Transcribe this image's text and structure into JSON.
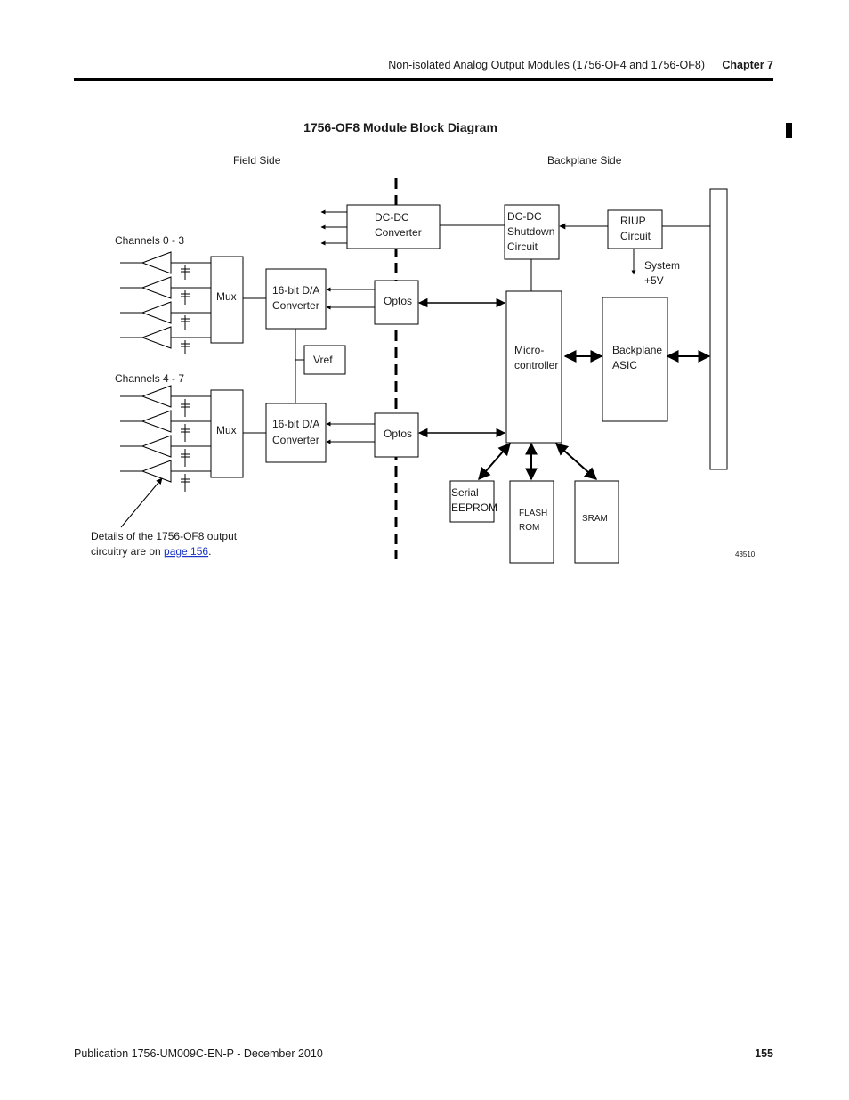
{
  "header": {
    "section_title": "Non-isolated Analog Output Modules (1756-OF4 and 1756-OF8)",
    "chapter": "Chapter 7"
  },
  "figure": {
    "title": "1756-OF8 Module Block Diagram",
    "field_side": "Field Side",
    "backplane_side": "Backplane Side",
    "channels_a": "Channels 0 - 3",
    "channels_b": "Channels 4 - 7",
    "mux": "Mux",
    "dac_line1": "16-bit D/A",
    "dac_line2": "Converter",
    "vref": "Vref",
    "optos": "Optos",
    "dcdc_line1": "DC-DC",
    "dcdc_line2": "Converter",
    "shutdown_line1": "DC-DC",
    "shutdown_line2": "Shutdown",
    "shutdown_line3": "Circuit",
    "riup_line1": "RIUP",
    "riup_line2": "Circuit",
    "system_line1": "System",
    "system_line2": "+5V",
    "micro_line1": "Micro-",
    "micro_line2": "controller",
    "asic_line1": "Backplane",
    "asic_line2": "ASIC",
    "eeprom_line1": "Serial",
    "eeprom_line2": "EEPROM",
    "flash_line1": "FLASH",
    "flash_line2": "ROM",
    "sram": "SRAM",
    "figure_number": "43510",
    "note_line1": "Details of the 1756-OF8 output",
    "note_line2_prefix": "circuitry are on ",
    "note_link": "page 156",
    "note_suffix": "."
  },
  "footer": {
    "publication": "Publication 1756-UM009C-EN-P - December 2010",
    "page_number": "155"
  }
}
